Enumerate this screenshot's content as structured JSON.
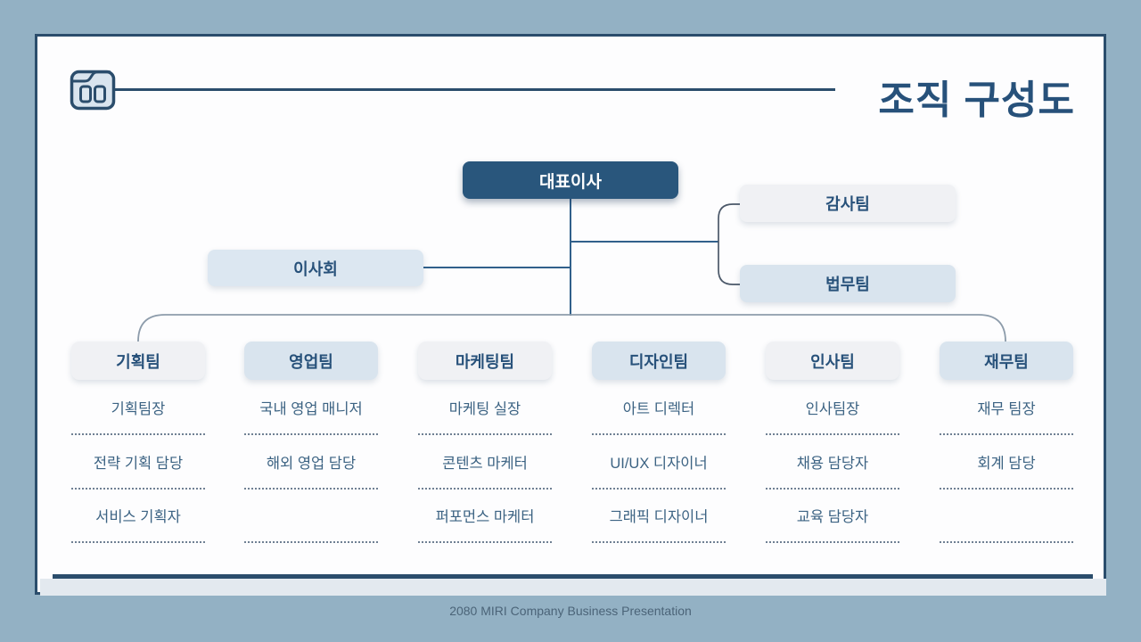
{
  "slide": {
    "title": "조직 구성도",
    "footer": "2080 MIRI Company Business Presentation"
  },
  "org": {
    "ceo": "대표이사",
    "board": "이사회",
    "audit": "감사팀",
    "legal": "법무팀",
    "teams": [
      {
        "name": "기획팀",
        "roles": [
          "기획팀장",
          "전략 기획 담당",
          "서비스 기획자"
        ]
      },
      {
        "name": "영업팀",
        "roles": [
          "국내 영업 매니저",
          "해외 영업 담당",
          ""
        ]
      },
      {
        "name": "마케팅팀",
        "roles": [
          "마케팅 실장",
          "콘텐츠 마케터",
          "퍼포먼스 마케터"
        ]
      },
      {
        "name": "디자인팀",
        "roles": [
          "아트 디렉터",
          "UI/UX 디자이너",
          "그래픽 디자이너"
        ]
      },
      {
        "name": "인사팀",
        "roles": [
          "인사팀장",
          "채용 담당자",
          "교육 담당자"
        ]
      },
      {
        "name": "재무팀",
        "roles": [
          "재무 팀장",
          "회계 담당",
          ""
        ]
      }
    ]
  },
  "colors": {
    "background": "#93b1c4",
    "card_border": "#2b4d6c",
    "primary_dark": "#29567c",
    "light_blue": "#d9e4ee",
    "light_gray": "#f0f1f4",
    "title_text": "#27517a",
    "role_text": "#3c6383",
    "connector_blue": "#31608b",
    "connector_dark": "#4b5869",
    "connector_gray": "#8d9cab"
  }
}
